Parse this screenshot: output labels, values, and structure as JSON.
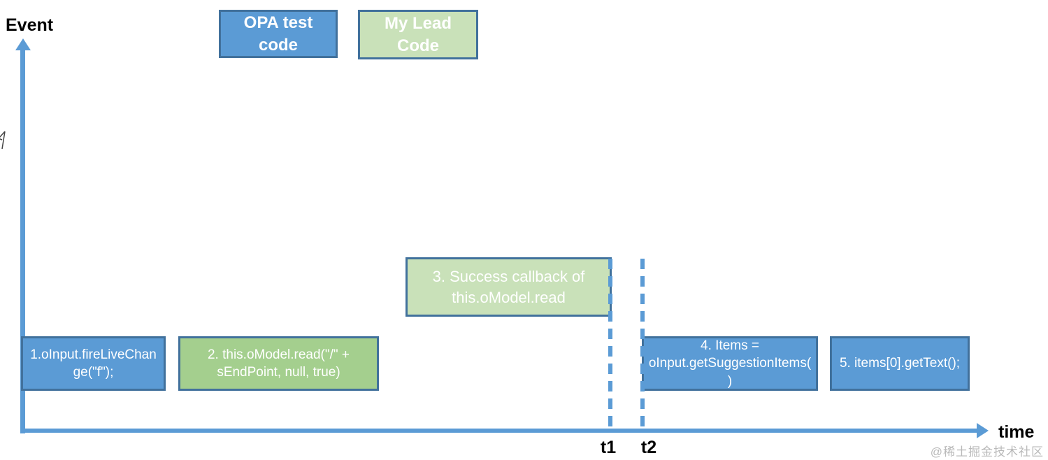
{
  "axes": {
    "y_label": "Event",
    "x_label": "time"
  },
  "legend": {
    "items": [
      {
        "label": "OPA test code",
        "fill": "#5B9BD5",
        "text_color": "#FFFFFF"
      },
      {
        "label": "My Lead Code",
        "fill": "#C9E1B9",
        "text_color": "#FFFFFF"
      }
    ]
  },
  "events": [
    {
      "label": "1.oInput.fireLiveChange(\"f\");",
      "actor": "OPA test code",
      "fill": "#5B9BD5"
    },
    {
      "label": "2. this.oModel.read(\"/\" + sEndPoint, null, true)",
      "actor": "My Lead Code",
      "fill": "#A4CF8E"
    },
    {
      "label": "3. Success callback of this.oModel.read",
      "actor": "My Lead Code",
      "fill": "#C9E1B9"
    },
    {
      "label": "4. Items = oInput.getSuggestionItems()",
      "actor": "OPA test code",
      "fill": "#5B9BD5"
    },
    {
      "label": "5. items[0].getText();",
      "actor": "OPA test code",
      "fill": "#5B9BD5"
    }
  ],
  "time_markers": [
    {
      "label": "t1"
    },
    {
      "label": "t2"
    }
  ],
  "watermark": "@稀土掘金技术社区",
  "colors": {
    "opa_blue": "#5B9BD5",
    "lead_green": "#A4CF8E",
    "lead_green_light": "#C9E1B9",
    "box_border": "#41719C",
    "axis_blue": "#5B9BD5",
    "label_black": "#000000",
    "watermark_gray": "#B9B9B9"
  }
}
